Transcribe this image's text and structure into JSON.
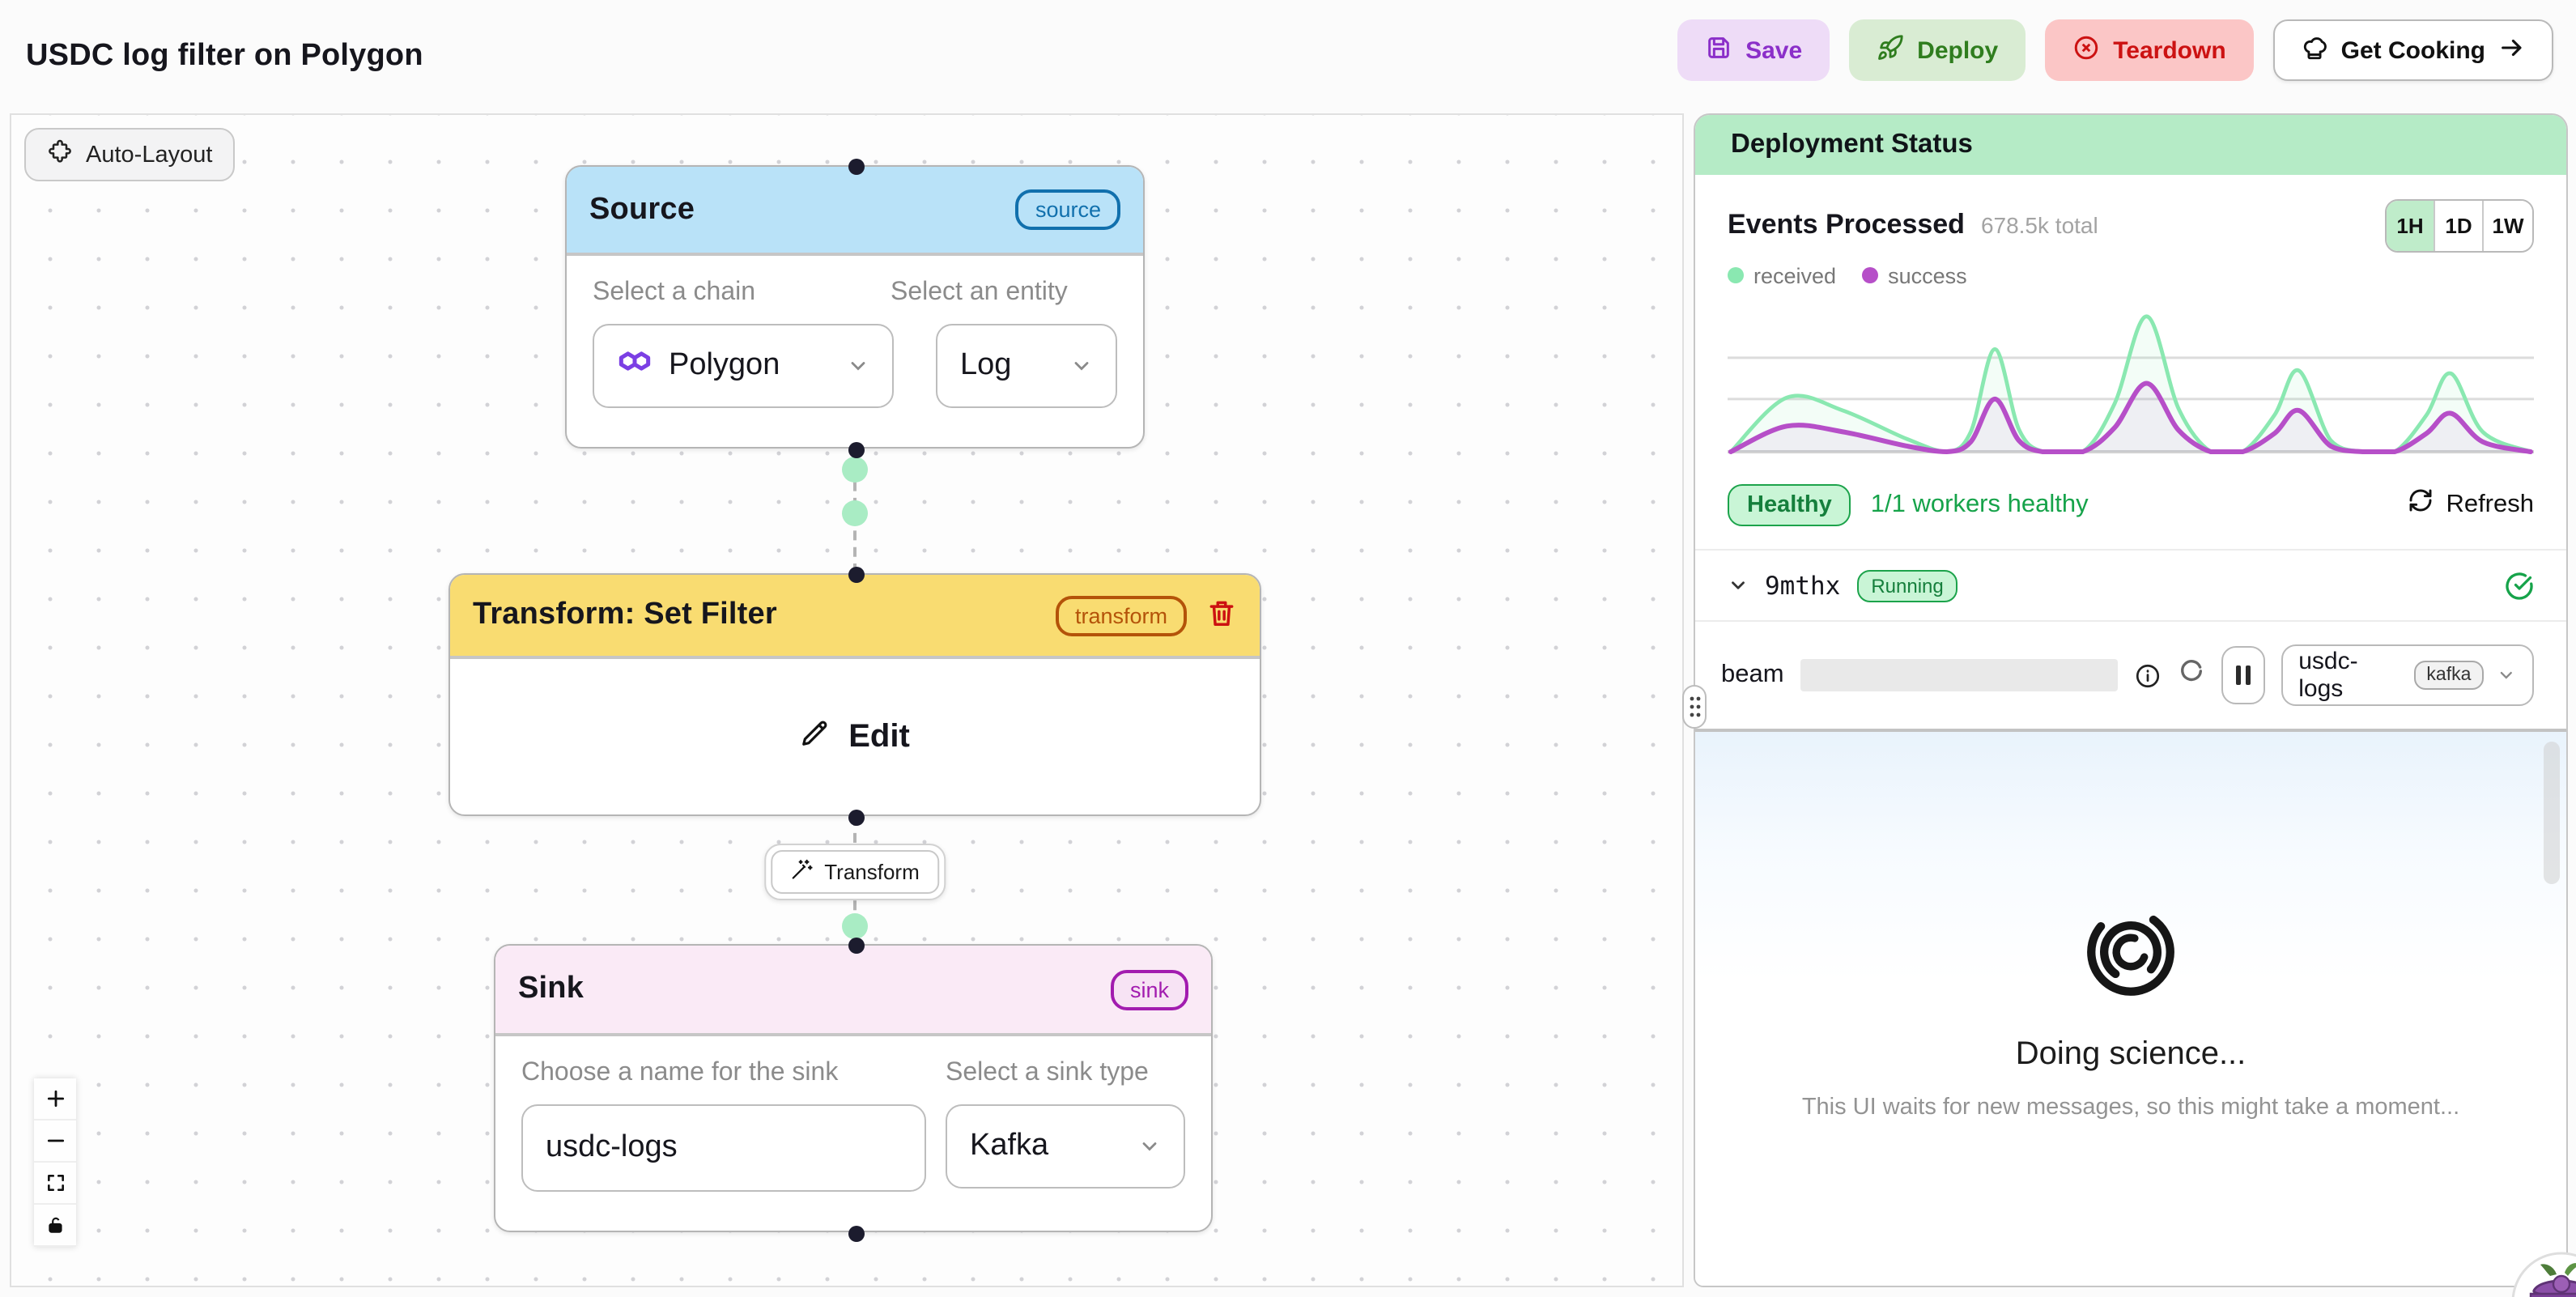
{
  "header": {
    "title": "USDC log filter on Polygon",
    "save_label": "Save",
    "deploy_label": "Deploy",
    "teardown_label": "Teardown",
    "get_cooking_label": "Get Cooking"
  },
  "canvas": {
    "auto_layout_label": "Auto-Layout",
    "add_transform_label": "Transform",
    "nodes": {
      "source": {
        "title": "Source",
        "badge": "source",
        "chain_label": "Select a chain",
        "chain_value": "Polygon",
        "entity_label": "Select an entity",
        "entity_value": "Log"
      },
      "transform": {
        "title": "Transform: Set Filter",
        "badge": "transform",
        "edit_label": "Edit"
      },
      "sink": {
        "title": "Sink",
        "badge": "sink",
        "name_label": "Choose a name for the sink",
        "name_value": "usdc-logs",
        "type_label": "Select a sink type",
        "type_value": "Kafka"
      }
    }
  },
  "panel": {
    "title": "Deployment Status",
    "events": {
      "title": "Events Processed",
      "total": "678.5k total",
      "ranges": [
        "1H",
        "1D",
        "1W"
      ],
      "selected_range": "1H"
    },
    "health": {
      "badge": "Healthy",
      "text": "1/1 workers healthy",
      "refresh_label": "Refresh",
      "status_color": "#16a34a"
    },
    "worker": {
      "id": "9mthx",
      "status": "Running"
    },
    "beam": {
      "label": "beam",
      "sink_value": "usdc-logs",
      "sink_badge": "kafka"
    },
    "messages": {
      "loading_title": "Doing science...",
      "loading_subtitle": "This UI waits for new messages, so this might take a moment..."
    }
  },
  "chart_data": {
    "type": "area",
    "title": "Events Processed",
    "total": 678500,
    "total_label": "678.5k total",
    "x_range": "1H",
    "legend_position": "top-left",
    "grid": true,
    "gridlines_y_pct": [
      37,
      66
    ],
    "ylim_pct": [
      0,
      100
    ],
    "series": [
      {
        "name": "received",
        "color": "#8ae8b1",
        "fill_opacity": 0.1,
        "points": [
          [
            0,
            0
          ],
          [
            7,
            38
          ],
          [
            14,
            29
          ],
          [
            22,
            9
          ],
          [
            27,
            0
          ],
          [
            30,
            14
          ],
          [
            33,
            72
          ],
          [
            36,
            16
          ],
          [
            39,
            0
          ],
          [
            44,
            0
          ],
          [
            48,
            34
          ],
          [
            52,
            95
          ],
          [
            56,
            30
          ],
          [
            60,
            0
          ],
          [
            64,
            0
          ],
          [
            68,
            26
          ],
          [
            71,
            57
          ],
          [
            75,
            8
          ],
          [
            79,
            0
          ],
          [
            83,
            0
          ],
          [
            87,
            26
          ],
          [
            90,
            55
          ],
          [
            94,
            14
          ],
          [
            100,
            0
          ]
        ]
      },
      {
        "name": "success",
        "color": "#b64fc8",
        "fill_opacity": 0.08,
        "points": [
          [
            0,
            0
          ],
          [
            7,
            18
          ],
          [
            14,
            14
          ],
          [
            22,
            4
          ],
          [
            27,
            0
          ],
          [
            30,
            7
          ],
          [
            33,
            37
          ],
          [
            36,
            8
          ],
          [
            39,
            0
          ],
          [
            44,
            0
          ],
          [
            48,
            17
          ],
          [
            52,
            48
          ],
          [
            56,
            15
          ],
          [
            60,
            0
          ],
          [
            64,
            0
          ],
          [
            68,
            13
          ],
          [
            71,
            29
          ],
          [
            75,
            4
          ],
          [
            79,
            0
          ],
          [
            83,
            0
          ],
          [
            87,
            13
          ],
          [
            90,
            27
          ],
          [
            94,
            7
          ],
          [
            100,
            0
          ]
        ]
      }
    ]
  }
}
